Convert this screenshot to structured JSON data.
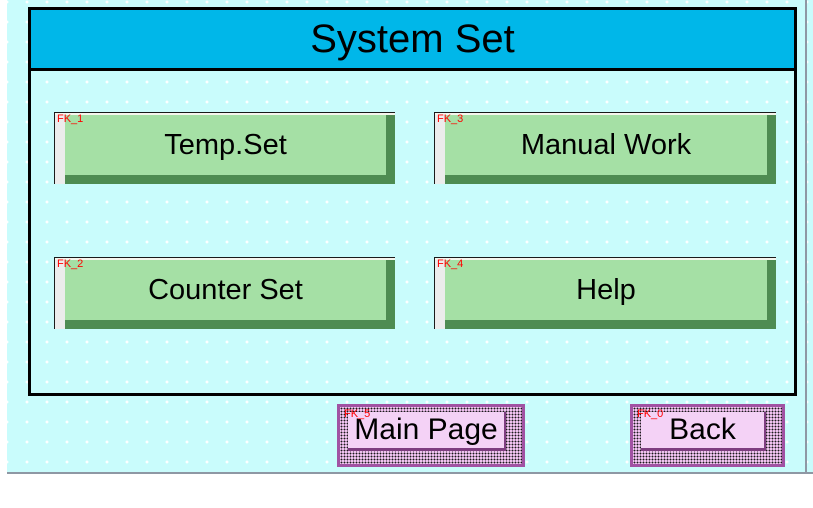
{
  "screen": {
    "title": "System Set",
    "title_bg": "#00B7E9",
    "canvas_bg": "#C9FCFC"
  },
  "function_keys": [
    {
      "tag": "FK_1",
      "label": "Temp.Set"
    },
    {
      "tag": "FK_3",
      "label": "Manual Work"
    },
    {
      "tag": "FK_2",
      "label": "Counter Set"
    },
    {
      "tag": "FK_4",
      "label": "Help"
    }
  ],
  "nav_keys": [
    {
      "tag": "FK_5",
      "label": "Main Page"
    },
    {
      "tag": "FK_0",
      "label": "Back"
    }
  ],
  "colors": {
    "key_face_green": "#A5E0A5",
    "key_shadow_green": "#4E8C52",
    "key_edge_light": "#ECECEC",
    "nav_face_pink": "#F4D2F6",
    "nav_halftone_pink": "#F0C3F0",
    "nav_border_purple": "#A152A3",
    "nav_shadow_purple": "#7E3D80",
    "tag_red": "#FF0000",
    "frame_black": "#000000"
  }
}
